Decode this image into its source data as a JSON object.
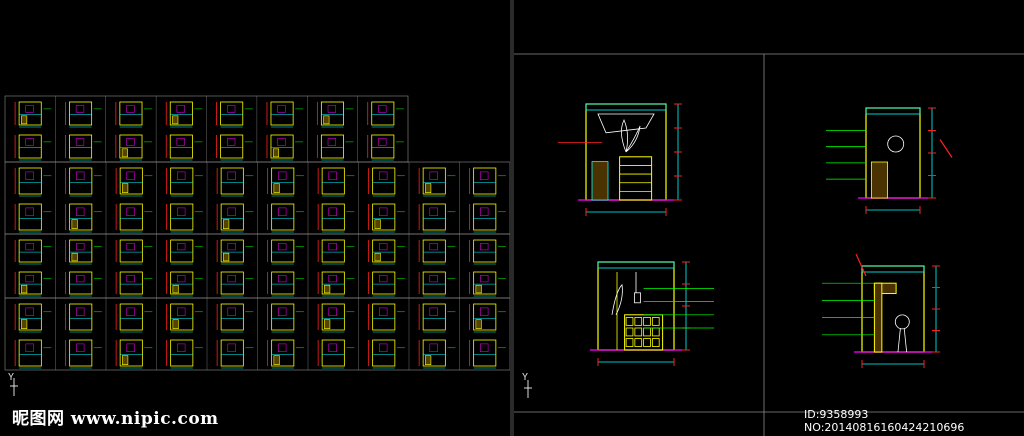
{
  "watermark": {
    "site": "昵图网 www.nipic.com"
  },
  "image_id_text": "ID:9358993 NO:20140816160424210696",
  "ucs": {
    "y_label": "Y"
  },
  "left_sheet": {
    "rows": [
      {
        "cols": 8
      },
      {
        "cols": 10
      },
      {
        "cols": 10
      },
      {
        "cols": 10
      }
    ]
  },
  "right_sheet": {
    "drawings": [
      {
        "id": "elevation-top-left"
      },
      {
        "id": "elevation-top-right"
      },
      {
        "id": "elevation-bottom-left"
      },
      {
        "id": "elevation-bottom-right"
      }
    ]
  },
  "colors": {
    "background": "#000000",
    "line_yellow": "#ffff00",
    "line_cyan": "#00ffff",
    "line_magenta": "#ff00ff",
    "line_green": "#00ff00",
    "line_red": "#ff2020",
    "frame_gray": "#8a8a8a",
    "text_white": "#ffffff"
  }
}
